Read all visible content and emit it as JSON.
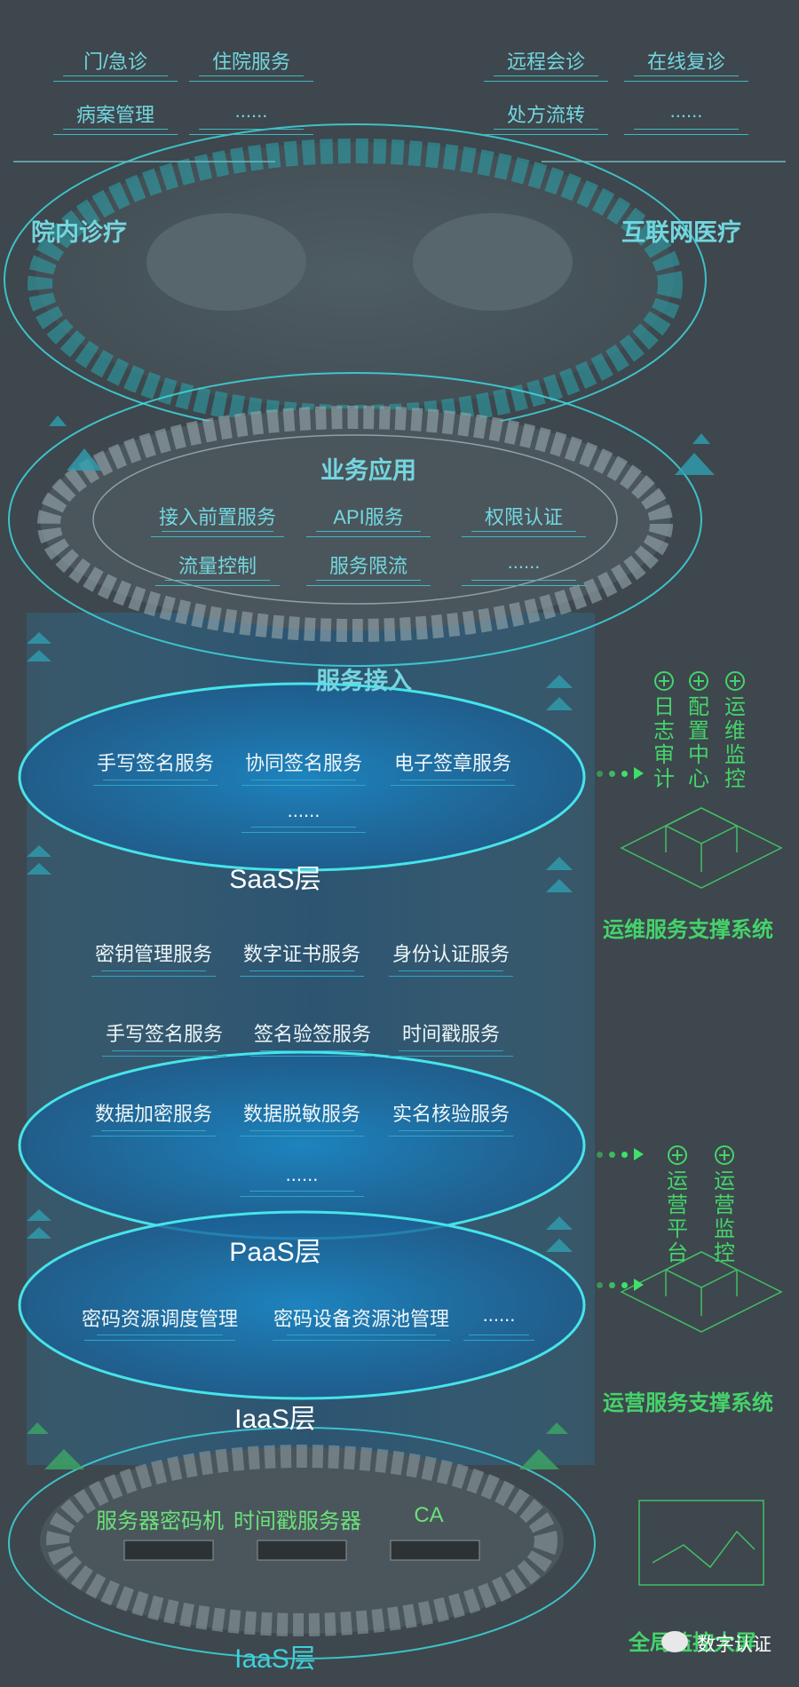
{
  "top_left_items": [
    "门/急诊",
    "住院服务",
    "病案管理",
    "......"
  ],
  "top_right_items": [
    "远程会诊",
    "在线复诊",
    "处方流转",
    "......"
  ],
  "left_heading": "院内诊疗",
  "right_heading": "互联网医疗",
  "business_app": {
    "title": "业务应用",
    "items": [
      "接入前置服务",
      "API服务",
      "权限认证",
      "流量控制",
      "服务限流",
      "......"
    ]
  },
  "service_access_title": "服务接入",
  "saas": {
    "items": [
      "手写签名服务",
      "协同签名服务",
      "电子签章服务",
      "......"
    ],
    "title": "SaaS层"
  },
  "paas": {
    "items": [
      "密钥管理服务",
      "数字证书服务",
      "身份认证服务",
      "手写签名服务",
      "签名验签服务",
      "时间戳服务",
      "数据加密服务",
      "数据脱敏服务",
      "实名核验服务",
      "......"
    ],
    "title": "PaaS层"
  },
  "iaas": {
    "items": [
      "密码资源调度管理",
      "密码设备资源池管理",
      "......"
    ],
    "title": "IaaS层"
  },
  "hardware": {
    "items": [
      "服务器密码机",
      "时间戳服务器",
      "CA"
    ],
    "title": "IaaS层"
  },
  "ops_support": {
    "vertical": [
      "日志审计",
      "配置中心",
      "运维监控"
    ],
    "title": "运维服务支撑系统"
  },
  "operation_support": {
    "vertical": [
      "运营平台",
      "运营监控"
    ],
    "title": "运营服务支撑系统"
  },
  "monitor_title": "全局监控大屏",
  "watermark": "数字认证",
  "colors": {
    "background": "#3d474d",
    "cyan": "#74d6df",
    "green": "#45d36a",
    "blue_layer": "#1f6fa8"
  }
}
